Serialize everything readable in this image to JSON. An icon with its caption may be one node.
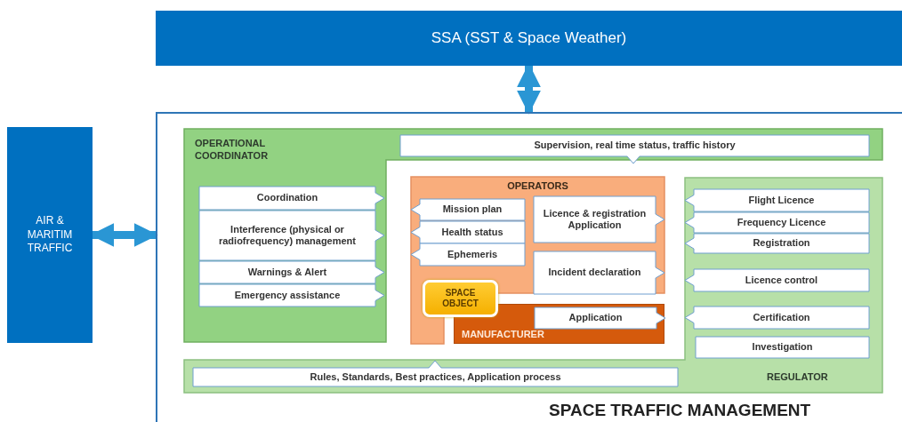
{
  "diagram": {
    "nodes": [
      {
        "text": [
          "SSA (SST & Space Weather)"
        ]
      },
      {
        "text": [
          "AIR & MARITIM TRAFFIC"
        ]
      },
      {
        "text": [
          "SPACE TRAFFIC MANAGEMENT"
        ]
      },
      {
        "text": [
          "OPERATIONAL COORDINATOR"
        ],
        "in": 2
      },
      {
        "text": [
          "Supervision, real time status, traffic history"
        ],
        "in": 3
      },
      {
        "text": [
          "Coordination"
        ],
        "in": 3
      },
      {
        "text": [
          "Interference (physical or radiofrequency) management"
        ],
        "in": 3
      },
      {
        "text": [
          "Warnings & Alert"
        ],
        "in": 3
      },
      {
        "text": [
          "Emergency assistance"
        ],
        "in": 3
      },
      {
        "text": [
          "OPERATORS"
        ],
        "in": 2
      },
      {
        "text": [
          "Mission plan"
        ],
        "in": 9
      },
      {
        "text": [
          "Health status"
        ],
        "in": 9
      },
      {
        "text": [
          "Ephemeris"
        ],
        "in": 9
      },
      {
        "text": [
          "Licence & registration Application"
        ],
        "in": 9
      },
      {
        "text": [
          "Incident declaration"
        ],
        "in": 9
      },
      {
        "text": [
          "SPACE OBJECT"
        ],
        "in": 9
      },
      {
        "text": [
          "MANUFACTURER"
        ],
        "in": 9
      },
      {
        "text": [
          "Application"
        ],
        "in": 16
      },
      {
        "text": [
          "REGULATOR"
        ],
        "in": 2
      },
      {
        "text": [
          "Flight Licence"
        ],
        "in": 18
      },
      {
        "text": [
          "Frequency Licence"
        ],
        "in": 18
      },
      {
        "text": [
          "Registration"
        ],
        "in": 18
      },
      {
        "text": [
          "Licence control"
        ],
        "in": 18
      },
      {
        "text": [
          "Certification"
        ],
        "in": 18
      },
      {
        "text": [
          "Investigation"
        ],
        "in": 18
      },
      {
        "text": [
          "Rules, Standards, Best practices, Application process"
        ],
        "in": 18
      }
    ],
    "edges": [
      {
        "from": 0,
        "to": 2,
        "arrow": "both"
      },
      {
        "from": 1,
        "to": 2,
        "arrow": "both"
      }
    ]
  }
}
